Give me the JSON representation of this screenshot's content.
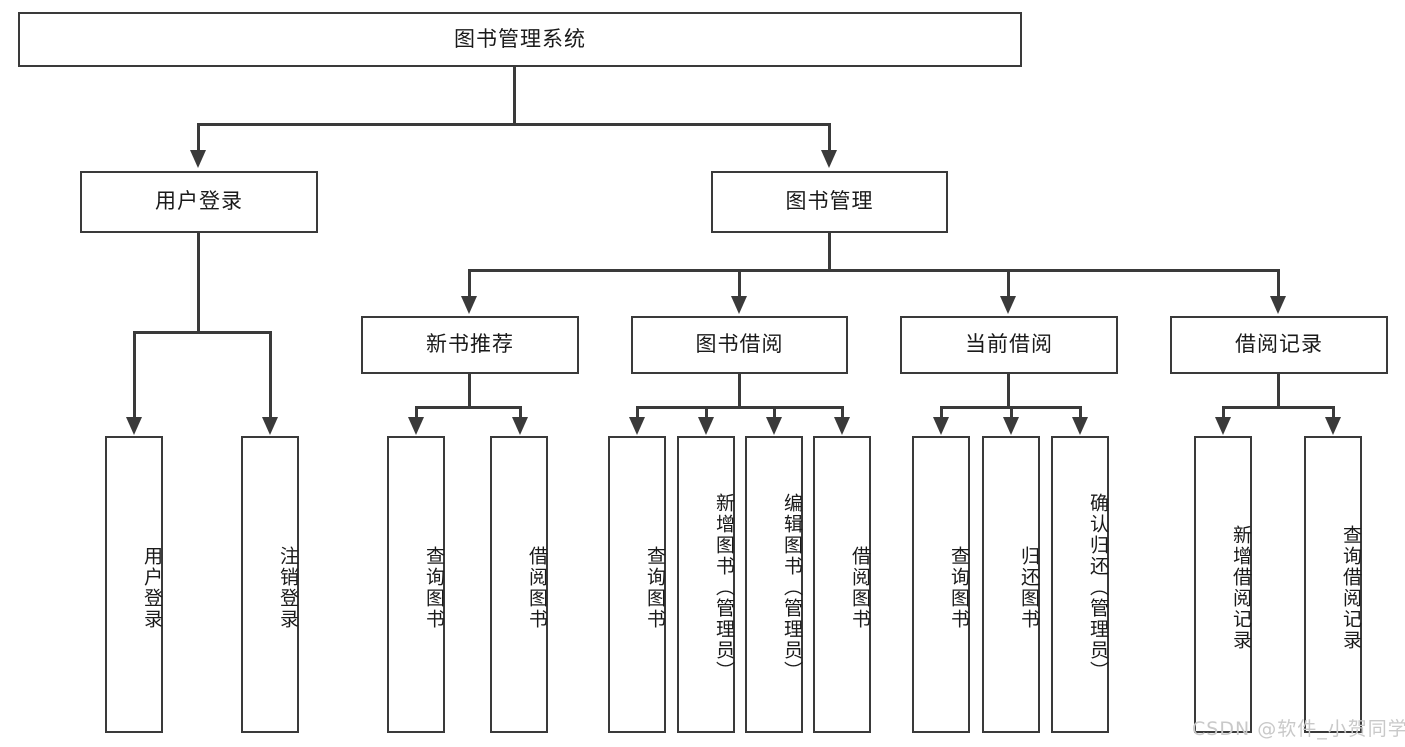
{
  "diagram": {
    "type": "tree-hierarchy-chart",
    "root": {
      "label": "图书管理系统"
    },
    "level1": [
      {
        "label": "用户登录"
      },
      {
        "label": "图书管理"
      }
    ],
    "level2": [
      {
        "label": "新书推荐"
      },
      {
        "label": "图书借阅"
      },
      {
        "label": "当前借阅"
      },
      {
        "label": "借阅记录"
      }
    ],
    "leaves": {
      "user_login": [
        {
          "label": "用户登录"
        },
        {
          "label": "注销登录"
        }
      ],
      "new_book_recommend": [
        {
          "label": "查询图书"
        },
        {
          "label": "借阅图书"
        }
      ],
      "book_borrow": [
        {
          "label": "查询图书"
        },
        {
          "label": "新增图书（管理员）"
        },
        {
          "label": "编辑图书（管理员）"
        },
        {
          "label": "借阅图书"
        }
      ],
      "current_borrow": [
        {
          "label": "查询图书"
        },
        {
          "label": "归还图书"
        },
        {
          "label": "确认归还（管理员）"
        }
      ],
      "borrow_record": [
        {
          "label": "新增借阅记录"
        },
        {
          "label": "查询借阅记录"
        }
      ]
    }
  },
  "watermark": {
    "text": "CSDN @软件_小贺同学"
  },
  "colors": {
    "stroke": "#3a3a3a",
    "background": "#ffffff",
    "text": "#1a1a1a",
    "watermark": "#c9c9c9"
  }
}
